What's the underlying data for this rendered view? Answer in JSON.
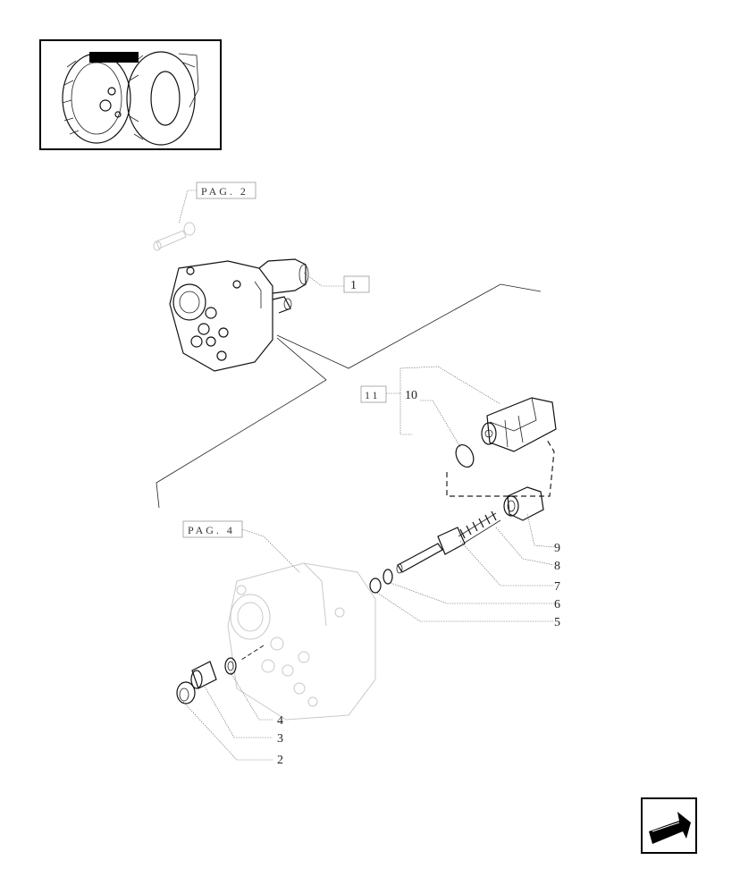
{
  "references": {
    "pag2": "PAG. 2",
    "pag4": "PAG. 4",
    "ref11": "11"
  },
  "callouts": {
    "c1": "1",
    "c2": "2",
    "c3": "3",
    "c4": "4",
    "c5": "5",
    "c6": "6",
    "c7": "7",
    "c8": "8",
    "c9": "9",
    "c10": "10"
  },
  "icons": {
    "thumbnail": "tractor-thumbnail-icon",
    "nav": "back-arrow-icon"
  }
}
